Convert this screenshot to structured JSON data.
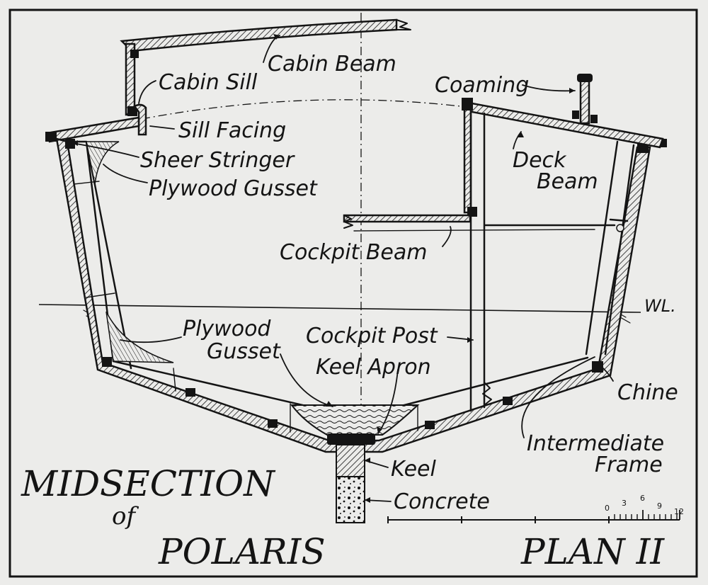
{
  "labels": {
    "cabin_beam": "Cabin Beam",
    "cabin_sill": "Cabin Sill",
    "coaming": "Coaming",
    "sill_facing": "Sill Facing",
    "sheer_stringer": "Sheer Stringer",
    "plywood_gusset_upper": "Plywood Gusset",
    "deck_beam_line1": "Deck",
    "deck_beam_line2": "Beam",
    "cockpit_beam": "Cockpit Beam",
    "waterline": "WL.",
    "plywood_gusset_lower_line1": "Plywood",
    "plywood_gusset_lower_line2": "Gusset",
    "cockpit_post": "Cockpit Post",
    "keel_apron": "Keel Apron",
    "chine": "Chine",
    "intermediate_frame_line1": "Intermediate",
    "intermediate_frame_line2": "Frame",
    "keel": "Keel",
    "concrete": "Concrete"
  },
  "title": {
    "line1": "MIDSECTION",
    "line2": "of",
    "line3": "POLARIS"
  },
  "plan_label": "PLAN II",
  "scale_bar": {
    "ticks": [
      "0",
      "3",
      "6",
      "9",
      "12"
    ]
  },
  "colors": {
    "ink": "#141414",
    "paper": "#ececea"
  }
}
